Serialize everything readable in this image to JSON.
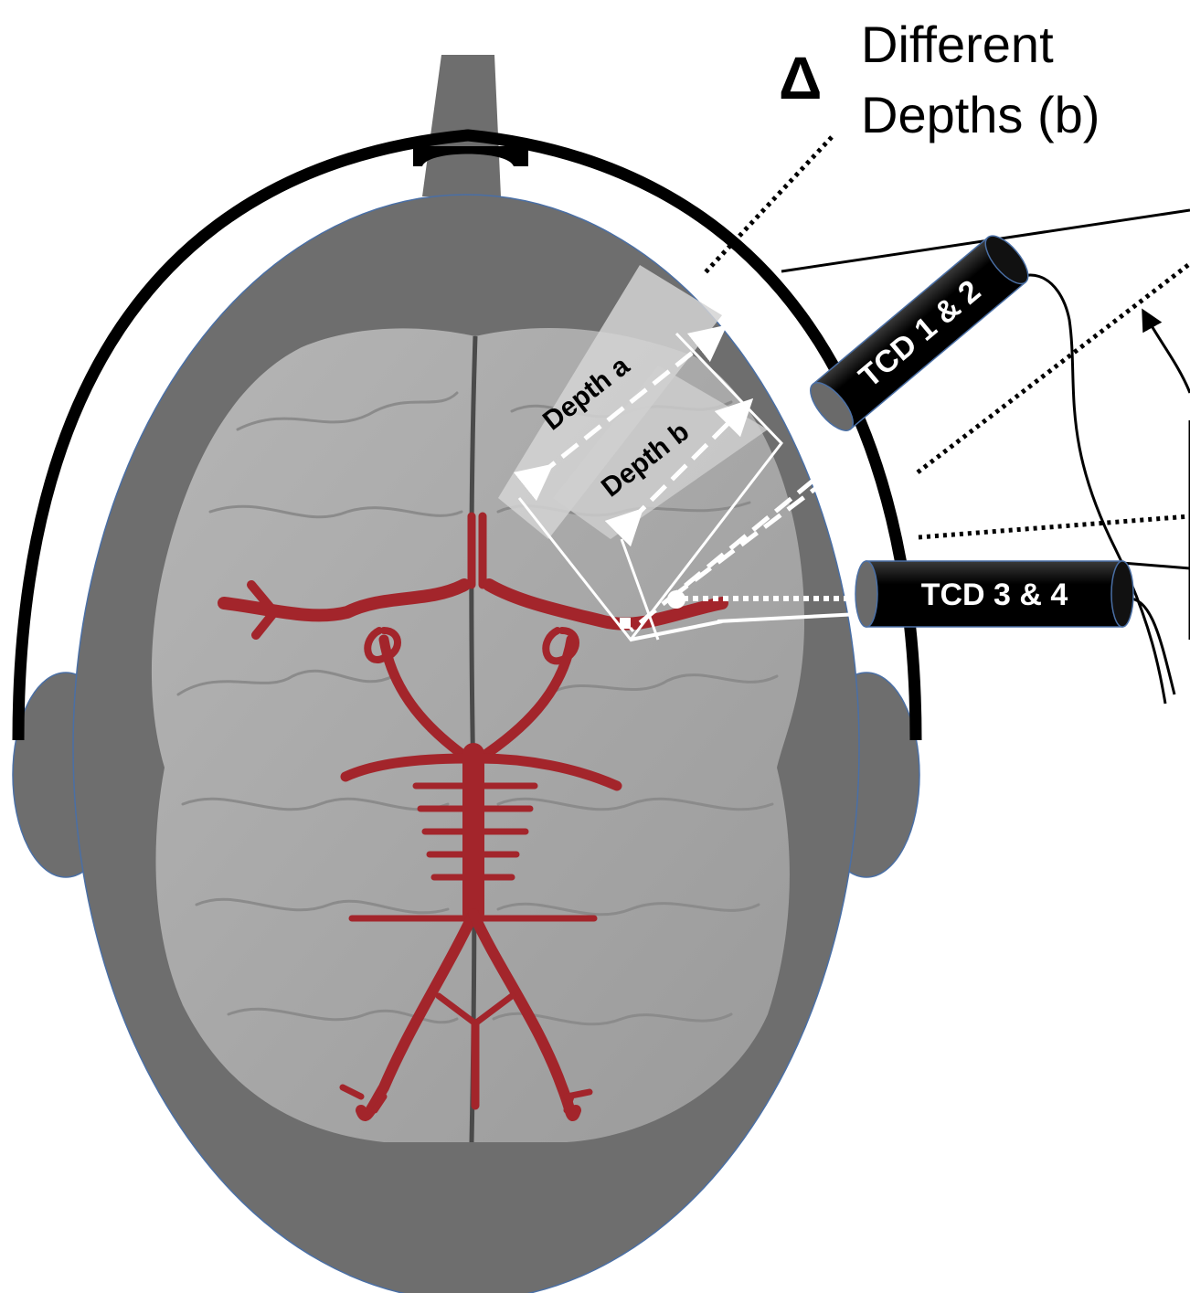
{
  "annotation": {
    "delta_symbol": "Δ",
    "line1": "Different",
    "line2": "Depths (b)"
  },
  "probes": {
    "upper_label": "TCD 1 & 2",
    "lower_label": "TCD 3 & 4"
  },
  "depths": {
    "a_label": "Depth a",
    "b_label": "Depth b"
  },
  "colors": {
    "head": "#6e6e6e",
    "brain": "#a9a9a9",
    "vessels": "#a3252b",
    "headband": "#000000",
    "probe": "#000000",
    "probe_outline": "#4a6fa5"
  }
}
